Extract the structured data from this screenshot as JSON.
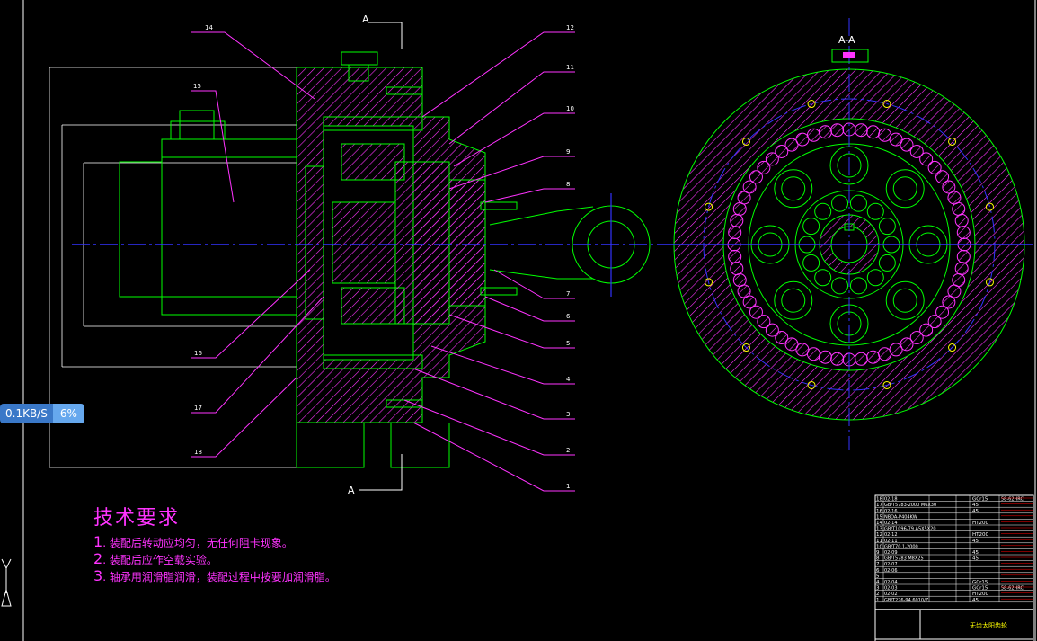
{
  "view_labels": {
    "section_top": "A",
    "section_bottom": "A",
    "section_view": "A-A"
  },
  "part_callouts": [
    "14",
    "15",
    "16",
    "17",
    "18",
    "12",
    "11",
    "10",
    "9",
    "8",
    "7",
    "6",
    "5",
    "4",
    "3",
    "2",
    "1"
  ],
  "tech": {
    "heading": "技术要求",
    "lines": [
      {
        "num": "1",
        "text": "装配后转动应均匀，无任何阻卡现象。"
      },
      {
        "num": "2",
        "text": "装配后应作空载实验。"
      },
      {
        "num": "3",
        "text": "轴承用润滑脂润滑，装配过程中按要加润滑脂。"
      }
    ]
  },
  "bom": {
    "rows": [
      {
        "no": "18",
        "code": "02-18",
        "material": "GCr15",
        "extra": "58-62HRC"
      },
      {
        "no": "17",
        "code": "GB/T5783-2000 M6X30",
        "material": "45",
        "extra": ""
      },
      {
        "no": "16",
        "code": "02-16",
        "material": "45",
        "extra": ""
      },
      {
        "no": "15",
        "code": "NBDA-P404KW",
        "material": "",
        "extra": ""
      },
      {
        "no": "14",
        "code": "02-14",
        "material": "HT200",
        "extra": ""
      },
      {
        "no": "13",
        "code": "GB/T1096-79 A5X5X20",
        "material": "",
        "extra": ""
      },
      {
        "no": "12",
        "code": "02-12",
        "material": "HT200",
        "extra": ""
      },
      {
        "no": "11",
        "code": "02-11",
        "material": "45",
        "extra": ""
      },
      {
        "no": "10",
        "code": "GB/T70.1-2000",
        "material": "",
        "extra": ""
      },
      {
        "no": "9",
        "code": "02-09",
        "material": "45",
        "extra": ""
      },
      {
        "no": "8",
        "code": "GB/T5783 M8X25",
        "material": "45",
        "extra": ""
      },
      {
        "no": "7",
        "code": "02-07",
        "material": "",
        "extra": ""
      },
      {
        "no": "6",
        "code": "02-06",
        "material": "",
        "extra": ""
      },
      {
        "no": "5",
        "code": "",
        "material": "",
        "extra": ""
      },
      {
        "no": "4",
        "code": "02-04",
        "material": "GCr15",
        "extra": ""
      },
      {
        "no": "3",
        "code": "02-03",
        "material": "GCr15",
        "extra": "58-62HRC"
      },
      {
        "no": "2",
        "code": "02-02",
        "material": "HT200",
        "extra": ""
      },
      {
        "no": "1",
        "code": "GB/T276-94 6010/Z",
        "material": "45",
        "extra": ""
      }
    ],
    "title": "无齿太阳齿轮"
  },
  "net": {
    "speed": "0.1KB/S",
    "percent": "6%"
  },
  "colors": {
    "outline": "#00ff00",
    "hatch": "#ff33ff",
    "leader": "#ff33ff",
    "center": "#3333ff",
    "white": "#ffffff",
    "yellow": "#ffff00"
  }
}
